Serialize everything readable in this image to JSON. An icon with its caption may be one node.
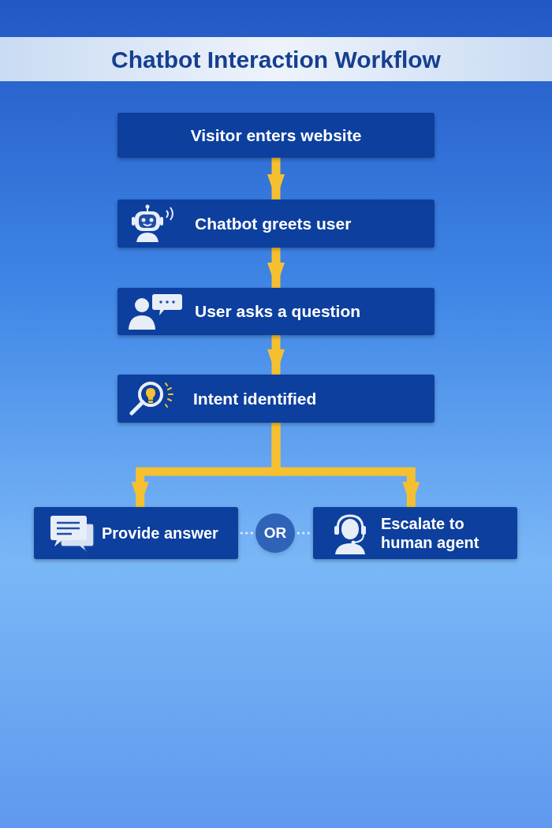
{
  "diagram": {
    "title": "Chatbot Interaction Workflow",
    "nodes": [
      {
        "text": [
          "Visitor enters website"
        ]
      },
      {
        "text": [
          "Chatbot greets user"
        ]
      },
      {
        "text": [
          "User asks a question"
        ]
      },
      {
        "text": [
          "Intent identified"
        ]
      },
      {
        "text": [
          "Provide answer"
        ]
      },
      {
        "text": [
          "OR"
        ]
      },
      {
        "text": [
          "Escalate to human agent"
        ]
      }
    ],
    "edges": [
      {
        "from": 0,
        "to": 1,
        "arrow": "to"
      },
      {
        "from": 1,
        "to": 2,
        "arrow": "to"
      },
      {
        "from": 2,
        "to": 3,
        "arrow": "to"
      },
      {
        "from": 3,
        "to": 4,
        "arrow": "to"
      },
      {
        "from": 3,
        "to": 6,
        "arrow": "to"
      },
      {
        "from": 4,
        "to": 5,
        "arrow": "none",
        "style": "dashed",
        "color": "#dbe8ff"
      },
      {
        "from": 5,
        "to": 6,
        "arrow": "none",
        "style": "dashed",
        "color": "#dbe8ff"
      }
    ]
  }
}
